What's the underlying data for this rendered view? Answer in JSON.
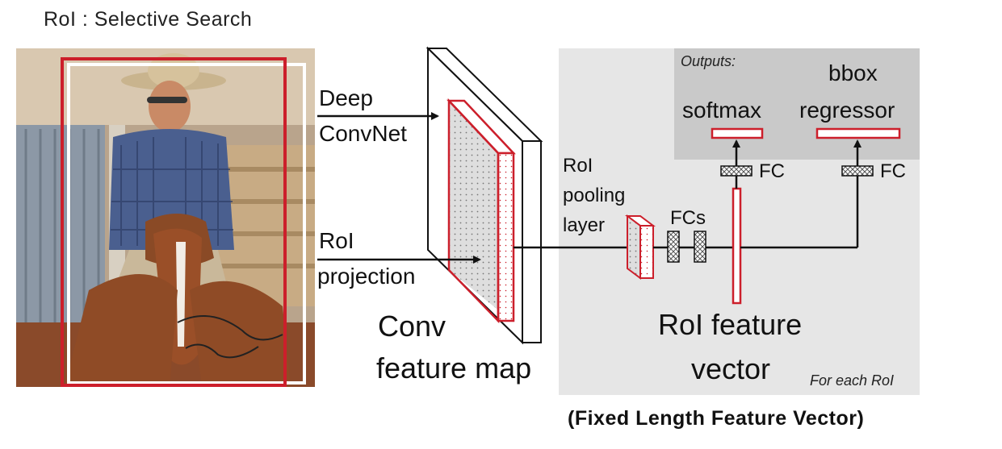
{
  "title": "RoI : Selective Search",
  "labels": {
    "deep_convnet": [
      "Deep",
      "ConvNet"
    ],
    "roi_projection": [
      "RoI",
      "projection"
    ],
    "conv_feature_map": [
      "Conv",
      "feature map"
    ],
    "roi_pooling_layer": [
      "RoI",
      "pooling",
      "layer"
    ],
    "fcs": "FCs",
    "outputs": "Outputs:",
    "softmax": "softmax",
    "bbox_regressor": [
      "bbox",
      "regressor"
    ],
    "fc_left": "FC",
    "fc_right": "FC",
    "roi_feature_vector": [
      "RoI feature",
      "vector"
    ],
    "for_each_roi": "For each RoI"
  },
  "caption": "(Fixed Length Feature Vector)",
  "colors": {
    "accent_red": "#cc1f2b",
    "panel_gray": "#e6e6e6",
    "outputs_gray": "#c9c9c9"
  }
}
